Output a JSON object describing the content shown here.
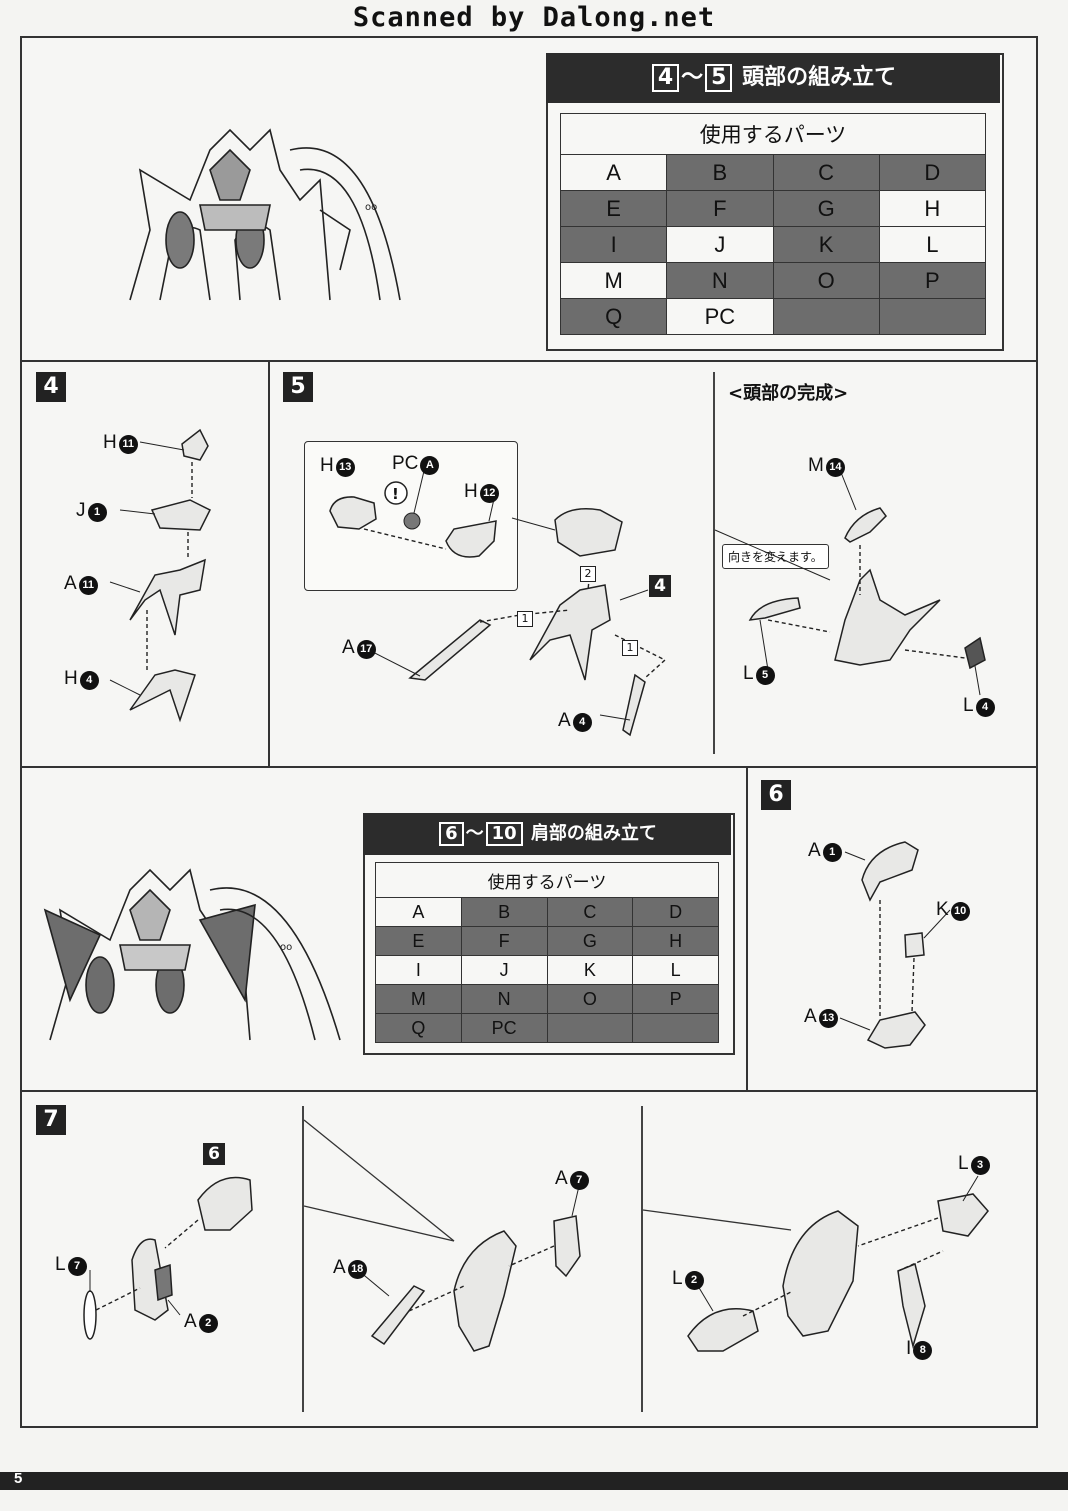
{
  "watermark": "Scanned by Dalong.net",
  "head_section": {
    "range_start": "4",
    "range_sep": "～",
    "range_end": "5",
    "title": "頭部の組み立て",
    "table_title": "使用するパーツ",
    "parts": [
      [
        {
          "t": "A",
          "d": false
        },
        {
          "t": "B",
          "d": true
        },
        {
          "t": "C",
          "d": true
        },
        {
          "t": "D",
          "d": true
        }
      ],
      [
        {
          "t": "E",
          "d": true
        },
        {
          "t": "F",
          "d": true
        },
        {
          "t": "G",
          "d": true
        },
        {
          "t": "H",
          "d": false
        }
      ],
      [
        {
          "t": "I",
          "d": true
        },
        {
          "t": "J",
          "d": false
        },
        {
          "t": "K",
          "d": true
        },
        {
          "t": "L",
          "d": false
        }
      ],
      [
        {
          "t": "M",
          "d": false
        },
        {
          "t": "N",
          "d": true
        },
        {
          "t": "O",
          "d": true
        },
        {
          "t": "P",
          "d": true
        }
      ],
      [
        {
          "t": "Q",
          "d": true
        },
        {
          "t": "PC",
          "d": false
        },
        {
          "t": "",
          "d": true
        },
        {
          "t": "",
          "d": true
        }
      ]
    ]
  },
  "shoulder_section": {
    "range_start": "6",
    "range_sep": "～",
    "range_end": "10",
    "title": "肩部の組み立て",
    "table_title": "使用するパーツ",
    "parts": [
      [
        {
          "t": "A",
          "d": false
        },
        {
          "t": "B",
          "d": true
        },
        {
          "t": "C",
          "d": true
        },
        {
          "t": "D",
          "d": true
        }
      ],
      [
        {
          "t": "E",
          "d": true
        },
        {
          "t": "F",
          "d": true
        },
        {
          "t": "G",
          "d": true
        },
        {
          "t": "H",
          "d": true
        }
      ],
      [
        {
          "t": "I",
          "d": false
        },
        {
          "t": "J",
          "d": false
        },
        {
          "t": "K",
          "d": false
        },
        {
          "t": "L",
          "d": false
        }
      ],
      [
        {
          "t": "M",
          "d": true
        },
        {
          "t": "N",
          "d": true
        },
        {
          "t": "O",
          "d": true
        },
        {
          "t": "P",
          "d": true
        }
      ],
      [
        {
          "t": "Q",
          "d": true
        },
        {
          "t": "PC",
          "d": true
        },
        {
          "t": "",
          "d": true
        },
        {
          "t": "",
          "d": true
        }
      ]
    ]
  },
  "step4": {
    "number": "4",
    "labels": [
      {
        "p": "H",
        "n": "11"
      },
      {
        "p": "J",
        "n": "1"
      },
      {
        "p": "A",
        "n": "11"
      },
      {
        "p": "H",
        "n": "4"
      }
    ]
  },
  "step5": {
    "number": "5",
    "inset_labels": [
      {
        "p": "H",
        "n": "13"
      },
      {
        "p": "PC",
        "n": "A"
      },
      {
        "p": "H",
        "n": "12"
      }
    ],
    "labels": [
      {
        "p": "A",
        "n": "17"
      },
      {
        "p": "A",
        "n": "4"
      }
    ],
    "ref_tag": "4",
    "order_marks": [
      "2",
      "1",
      "1"
    ]
  },
  "head_complete": {
    "title": "<頭部の完成>",
    "note": "向きを変えます。",
    "labels": [
      {
        "p": "M",
        "n": "14"
      },
      {
        "p": "L",
        "n": "5"
      },
      {
        "p": "L",
        "n": "4"
      }
    ]
  },
  "step6": {
    "number": "6",
    "labels": [
      {
        "p": "A",
        "n": "1"
      },
      {
        "p": "K",
        "n": "10"
      },
      {
        "p": "A",
        "n": "13"
      }
    ]
  },
  "step7": {
    "number": "7",
    "ref_tag": "6",
    "labels": [
      {
        "p": "L",
        "n": "7"
      },
      {
        "p": "A",
        "n": "2"
      },
      {
        "p": "A",
        "n": "7"
      },
      {
        "p": "A",
        "n": "18"
      },
      {
        "p": "L",
        "n": "3"
      },
      {
        "p": "L",
        "n": "2"
      },
      {
        "p": "I",
        "n": "8"
      }
    ]
  },
  "footer": {
    "page": "5"
  }
}
